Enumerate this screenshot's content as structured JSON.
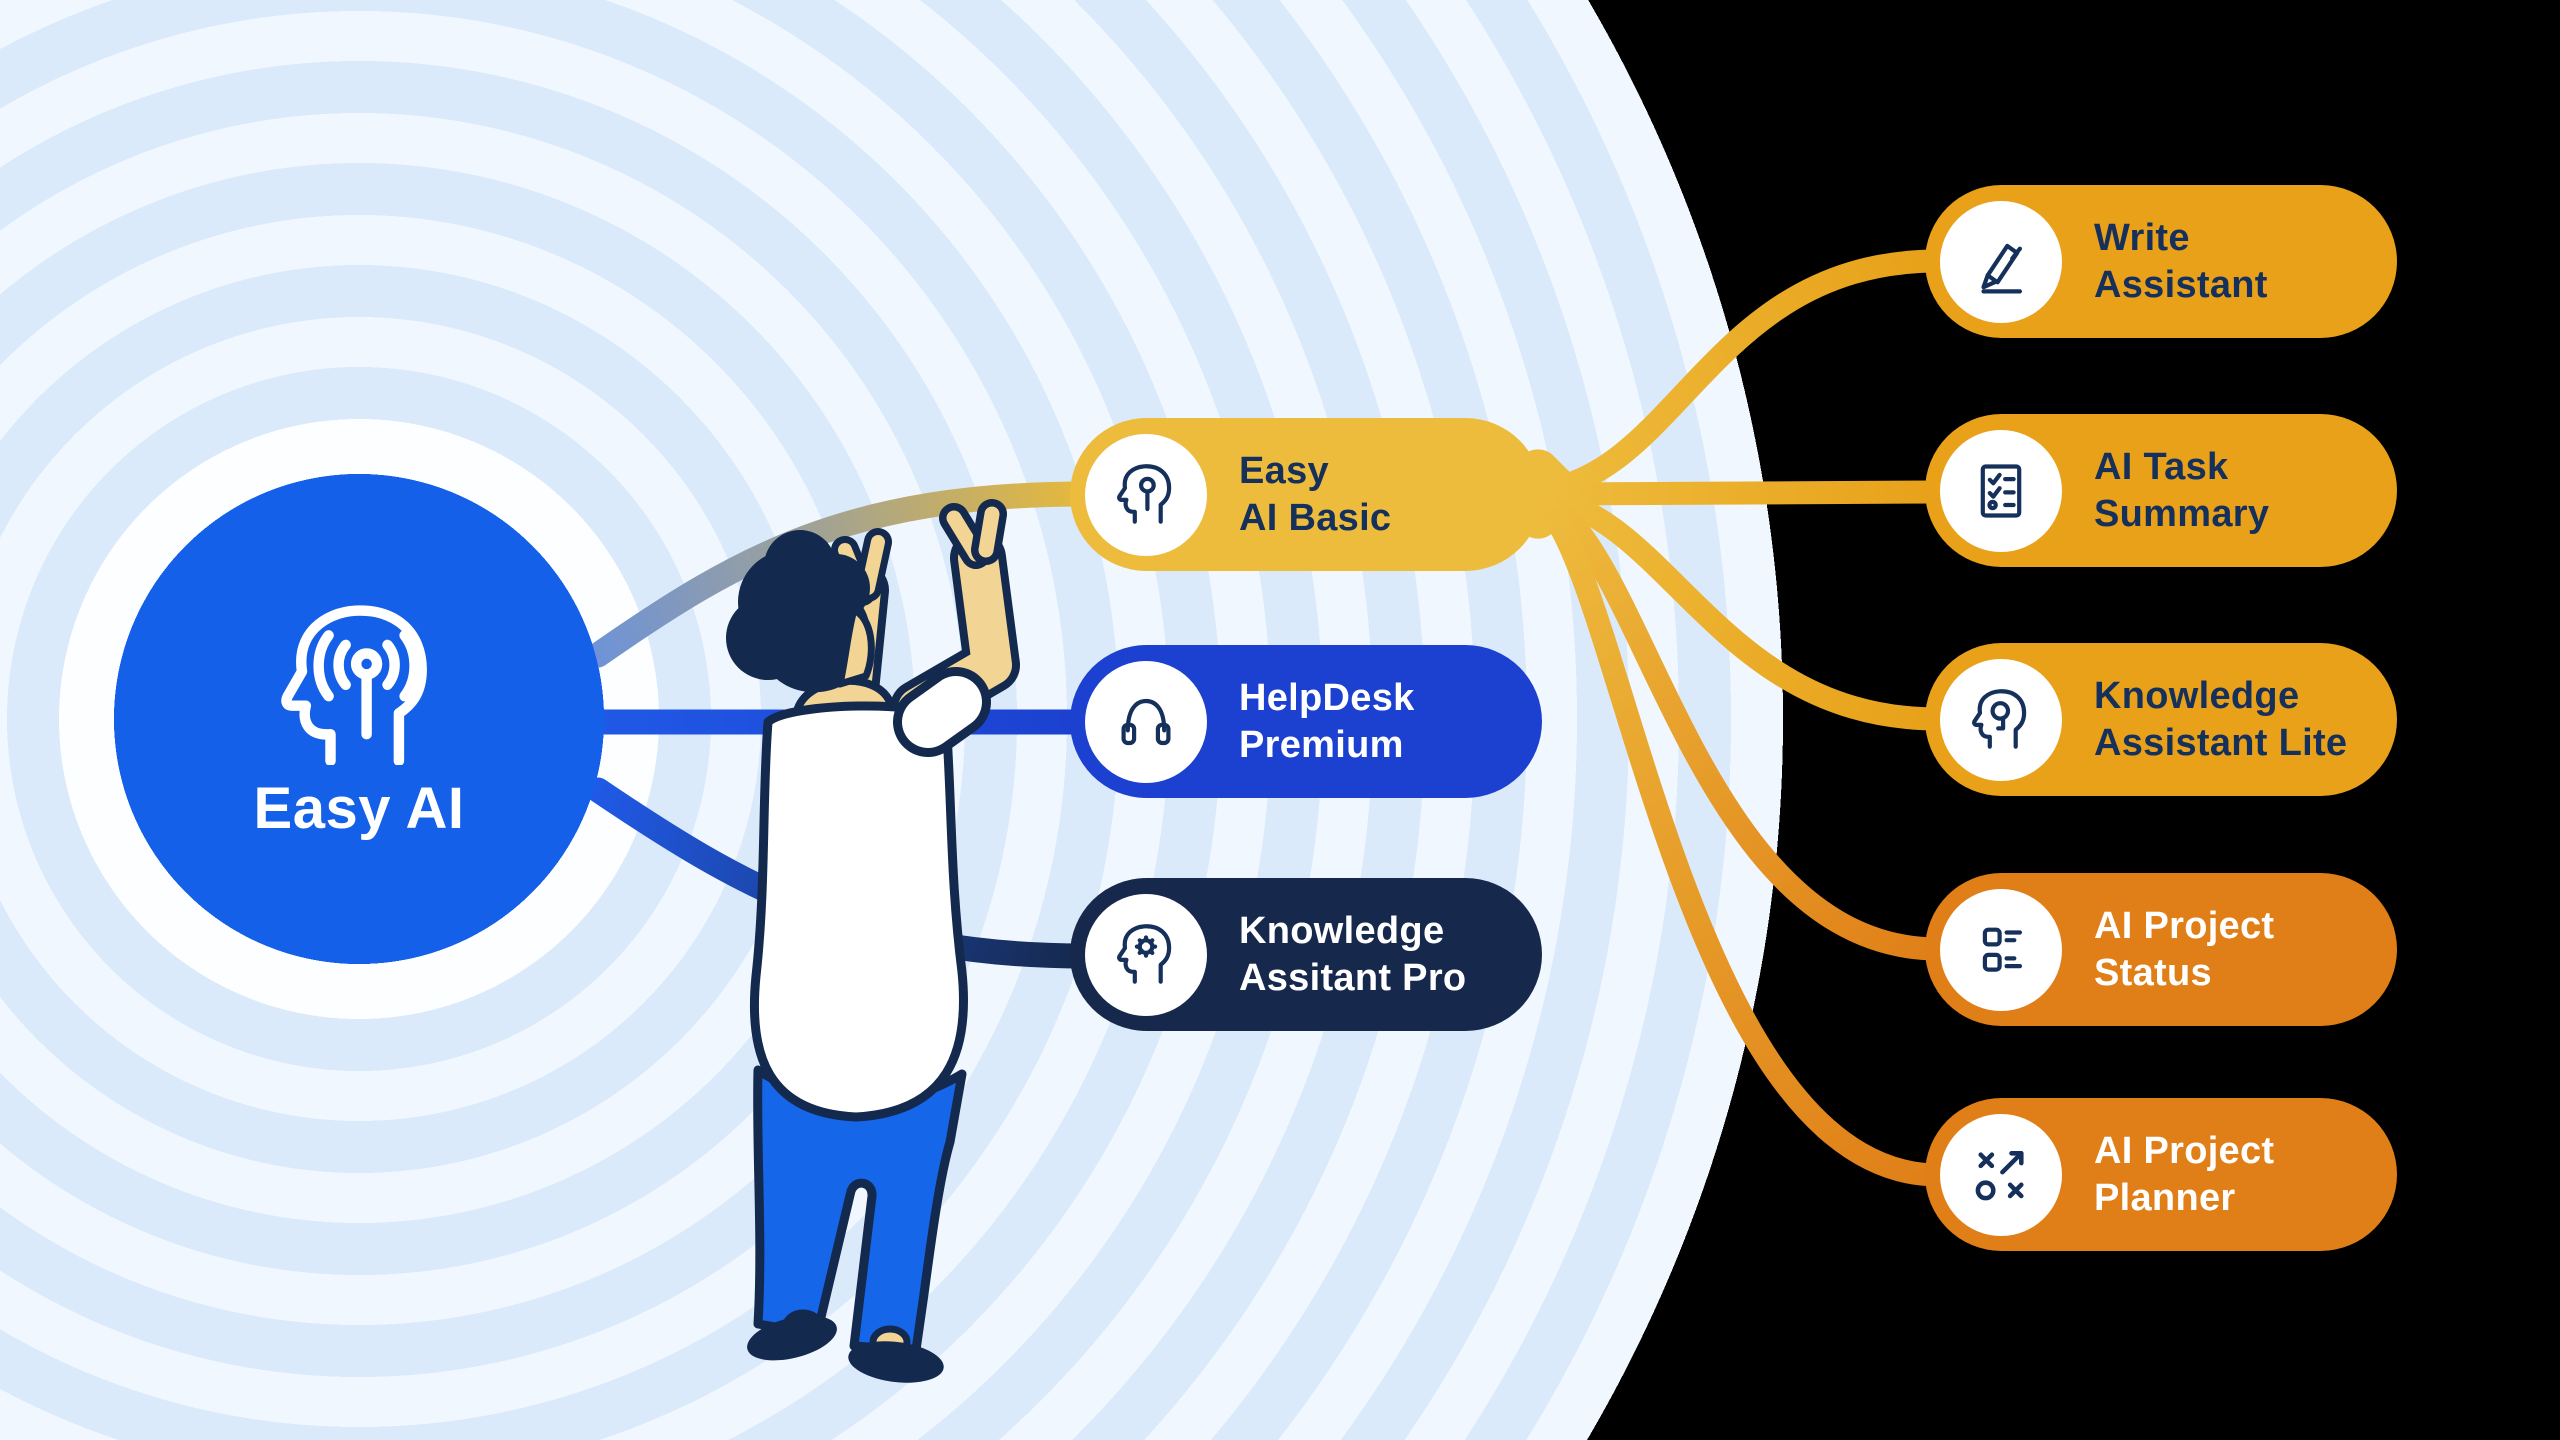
{
  "background": {
    "color": "#000000",
    "ring_color_blue": "#dbeafb",
    "ring_color_light": "#f0f7fe"
  },
  "ui": {
    "icon_circle_bg": "#ffffff",
    "icon_stroke": "#16305c"
  },
  "root_node": {
    "label": "Easy AI",
    "color": "#1560e8",
    "text_color": "#ffffff",
    "icon": "head-signal-icon"
  },
  "tier1_nodes": [
    {
      "id": "easy-ai-basic",
      "lines": [
        "Easy",
        "AI Basic"
      ],
      "color": "#eebc3d",
      "text_color": "#16305c",
      "icon": "head-assistant-icon"
    },
    {
      "id": "helpdesk-premium",
      "lines": [
        "HelpDesk",
        "Premium"
      ],
      "color": "#1c40cf",
      "text_color": "#ffffff",
      "icon": "headset-icon"
    },
    {
      "id": "knowledge-assitant-pro",
      "lines": [
        "Knowledge",
        "Assitant Pro"
      ],
      "color": "#16294d",
      "text_color": "#ffffff",
      "icon": "head-gear-icon"
    }
  ],
  "tier2_nodes": [
    {
      "id": "write-assistant",
      "lines": [
        "Write",
        "Assistant"
      ],
      "color": "#e8a119",
      "text_color": "#16305c",
      "icon": "pencil-icon"
    },
    {
      "id": "ai-task-summary",
      "lines": [
        "AI Task",
        "Summary"
      ],
      "color": "#e8a119",
      "text_color": "#16305c",
      "icon": "checklist-icon"
    },
    {
      "id": "knowledge-assistant-lite",
      "lines": [
        "Knowledge",
        "Assistant Lite"
      ],
      "color": "#e8a119",
      "text_color": "#16305c",
      "icon": "head-search-icon"
    },
    {
      "id": "ai-project-status",
      "lines": [
        "AI Project",
        "Status"
      ],
      "color": "#e07e17",
      "text_color": "#ffffff",
      "icon": "status-list-icon"
    },
    {
      "id": "ai-project-planner",
      "lines": [
        "AI Project",
        "Planner"
      ],
      "color": "#e07e17",
      "text_color": "#ffffff",
      "icon": "strategy-icon"
    }
  ],
  "connectors": {
    "root_top_start": "#6f93d6",
    "root_top_mid": "#a3a391",
    "root_top_end": "#e6b93c",
    "root_mid_start": "#2059e6",
    "root_mid_end": "#1c40cf",
    "root_bottom_start": "#2059e6",
    "root_bottom_end": "#16294d",
    "fan_start": "#eebc3d",
    "fan_end": "#e8a119",
    "fan_end_dark": "#e08018",
    "fan_hub": "#eebc3d"
  },
  "illustration": {
    "skin": "#f2d594",
    "shirt": "#ffffff",
    "pants": "#1566e8",
    "outline": "#14294e"
  }
}
